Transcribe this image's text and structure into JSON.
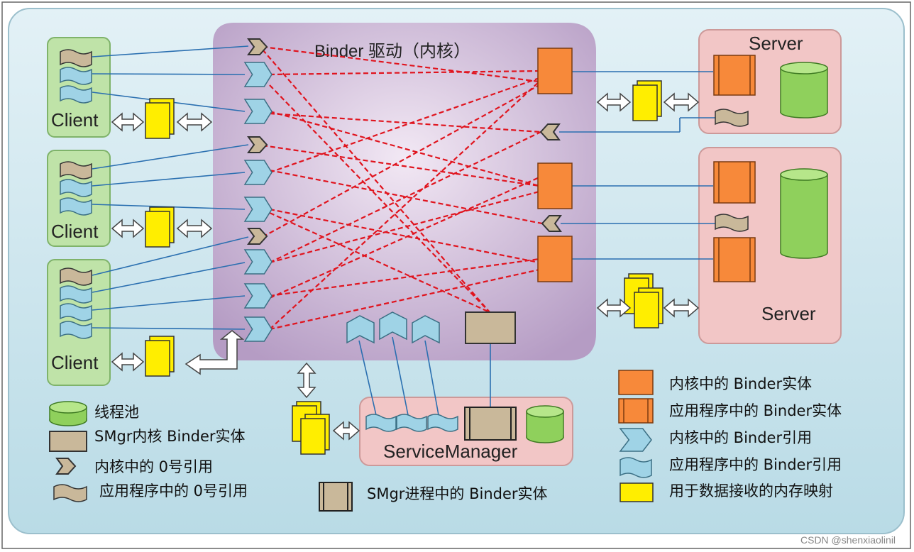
{
  "title": "Binder 驱动（内核）",
  "clients": [
    "Client",
    "Client",
    "Client"
  ],
  "servers": [
    "Server",
    "Server"
  ],
  "service_manager": "ServiceManager",
  "legend_left": [
    {
      "icon": "thread-pool",
      "label": "线程池"
    },
    {
      "icon": "smgr-kernel-entity",
      "label": "SMgr内核 Binder实体"
    },
    {
      "icon": "kernel-ref-zero",
      "label": "内核中的 0号引用"
    },
    {
      "icon": "app-ref-zero",
      "label": "应用程序中的 0号引用"
    }
  ],
  "legend_mid": {
    "icon": "smgr-process-entity",
    "label": "SMgr进程中的 Binder实体"
  },
  "legend_right": [
    {
      "icon": "kernel-entity",
      "label": "内核中的 Binder实体"
    },
    {
      "icon": "app-entity",
      "label": "应用程序中的 Binder实体"
    },
    {
      "icon": "kernel-ref",
      "label": "内核中的 Binder引用"
    },
    {
      "icon": "app-ref",
      "label": "应用程序中的 Binder引用"
    },
    {
      "icon": "memory-map",
      "label": "用于数据接收的内存映射"
    }
  ],
  "colors": {
    "frame_bg": "#cfe6ee",
    "driver_bg": "#cdb7d6",
    "client_bg": "#bfe3a8",
    "server_bg": "#f2c6c6",
    "entity_orange": "#f7893a",
    "memory_yellow": "#ffee00",
    "ref_blue": "#9fd3e6",
    "tan": "#c9b89a",
    "red_line": "#e0141e",
    "blue_line": "#2a6fb0"
  },
  "watermark": "CSDN @shenxiaolinil"
}
